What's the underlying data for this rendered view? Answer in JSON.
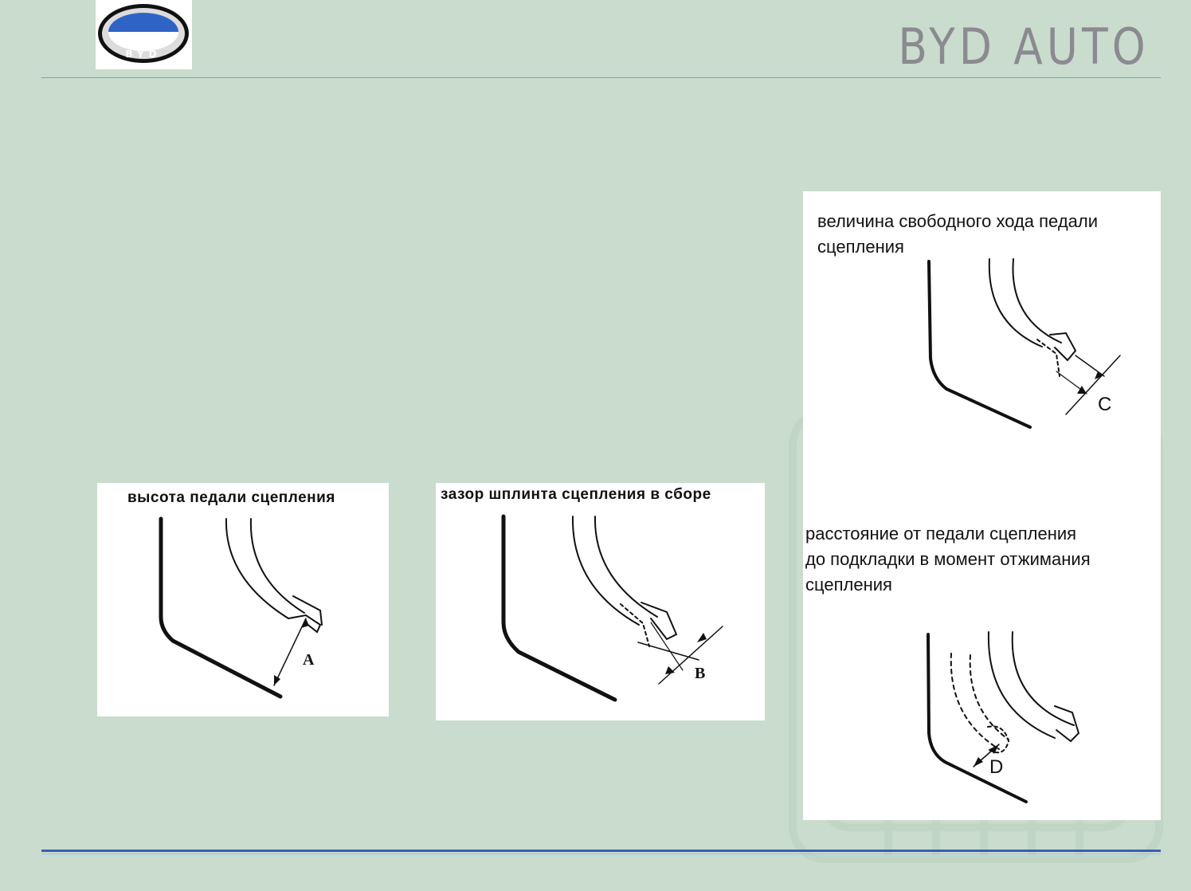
{
  "header": {
    "brand": "BYD AUTO",
    "logo_text": "BYD"
  },
  "diagrams": [
    {
      "caption": "высота педали сцепления",
      "label": "A"
    },
    {
      "caption": "зазор шплинта сцепления в сборе",
      "label": "B"
    },
    {
      "caption_lines": [
        "величина свободного хода педали",
        "сцепления"
      ],
      "label": "C"
    },
    {
      "caption_lines": [
        "расстояние от педали сцепления",
        "до подкладки в момент отжимания",
        "сцепления"
      ],
      "label": "D"
    }
  ],
  "colors": {
    "background": "#c9dccd",
    "rule": "#3a5fb5",
    "brand": "#8a8a90"
  }
}
